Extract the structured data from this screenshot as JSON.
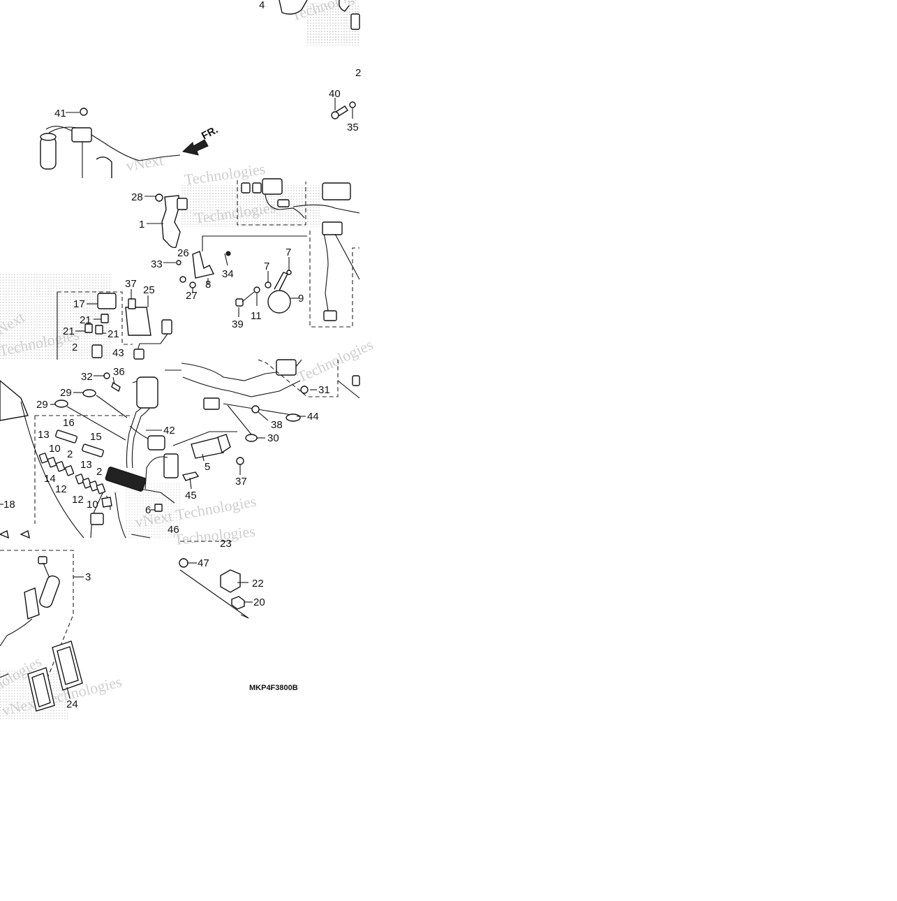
{
  "diagram": {
    "drawing_code": "MKP4F3800B",
    "front_arrow_label": "FR.",
    "watermark_text": [
      "Technologies",
      "vNext",
      "Technologies",
      "vNext Technologies",
      "Technologies",
      "Technologies",
      "Technologies",
      "vNext Technologies",
      "Technologies",
      "Next",
      "Technologies"
    ],
    "colors": {
      "ink": "#111111",
      "paper": "#ffffff",
      "watermark": "#cfcfcf"
    },
    "callouts": [
      "4",
      "2",
      "40",
      "35",
      "41",
      "28",
      "1",
      "26",
      "33",
      "34",
      "8",
      "27",
      "7",
      "7",
      "9",
      "11",
      "39",
      "37",
      "25",
      "17",
      "21",
      "21",
      "21",
      "2",
      "43",
      "32",
      "36",
      "29",
      "29",
      "16",
      "42",
      "15",
      "13",
      "10",
      "2",
      "13",
      "14",
      "12",
      "2",
      "12",
      "10",
      "18",
      "31",
      "44",
      "38",
      "30",
      "5",
      "37",
      "45",
      "6",
      "46",
      "23",
      "47",
      "3",
      "22",
      "20",
      "24"
    ]
  }
}
